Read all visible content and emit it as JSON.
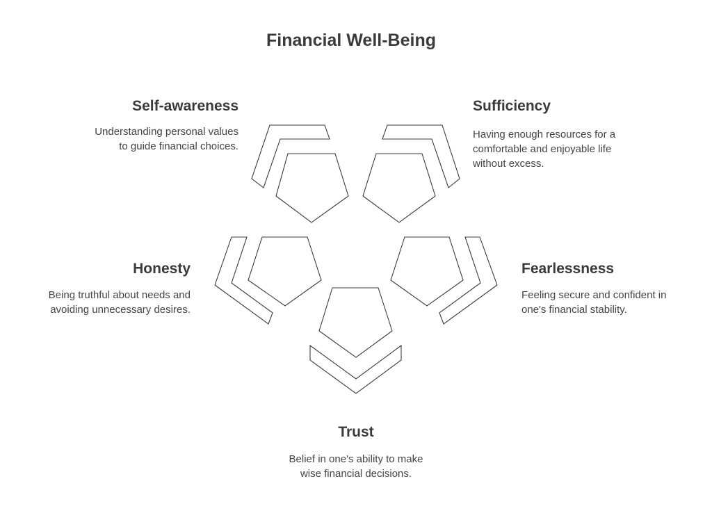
{
  "title": "Financial Well-Being",
  "items": [
    {
      "key": "self-awareness",
      "heading": "Self-awareness",
      "description_lines": [
        "Understanding personal values",
        "to guide financial choices."
      ]
    },
    {
      "key": "sufficiency",
      "heading": "Sufficiency",
      "description_lines": [
        "Having enough resources for a",
        "comfortable and enjoyable life",
        "without excess."
      ]
    },
    {
      "key": "honesty",
      "heading": "Honesty",
      "description_lines": [
        "Being truthful about needs and",
        "avoiding unnecessary desires."
      ]
    },
    {
      "key": "fearlessness",
      "heading": "Fearlessness",
      "description_lines": [
        "Feeling secure and confident in",
        "one's financial stability."
      ]
    },
    {
      "key": "trust",
      "heading": "Trust",
      "description_lines": [
        "Belief in one's ability to make",
        "wise financial decisions."
      ]
    }
  ],
  "colors": {
    "text": "#3a3a3a",
    "outline": "#3a3a3a",
    "background": "#ffffff"
  }
}
